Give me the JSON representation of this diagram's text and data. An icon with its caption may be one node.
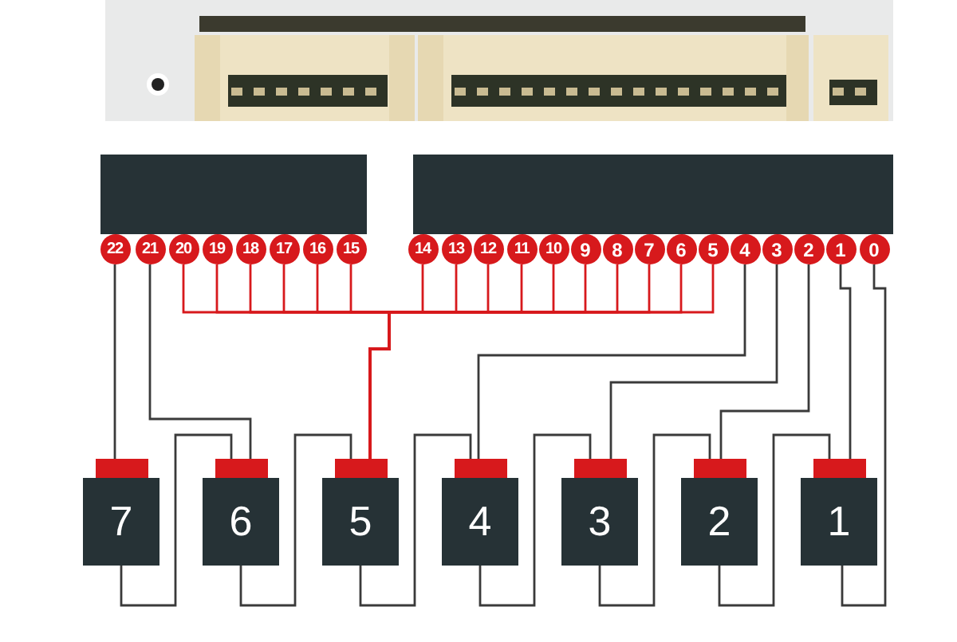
{
  "diagram": {
    "nodes": [
      {
        "text": [
          "22"
        ]
      },
      {
        "text": [
          "21"
        ]
      },
      {
        "text": [
          "20"
        ]
      },
      {
        "text": [
          "19"
        ]
      },
      {
        "text": [
          "18"
        ]
      },
      {
        "text": [
          "17"
        ]
      },
      {
        "text": [
          "16"
        ]
      },
      {
        "text": [
          "15"
        ]
      },
      {
        "text": [
          "14"
        ]
      },
      {
        "text": [
          "13"
        ]
      },
      {
        "text": [
          "12"
        ]
      },
      {
        "text": [
          "11"
        ]
      },
      {
        "text": [
          "10"
        ]
      },
      {
        "text": [
          "9"
        ]
      },
      {
        "text": [
          "8"
        ]
      },
      {
        "text": [
          "7"
        ]
      },
      {
        "text": [
          "6"
        ]
      },
      {
        "text": [
          "5"
        ]
      },
      {
        "text": [
          "4"
        ]
      },
      {
        "text": [
          "3"
        ]
      },
      {
        "text": [
          "2"
        ]
      },
      {
        "text": [
          "1"
        ]
      },
      {
        "text": [
          "0"
        ]
      },
      {
        "text": [
          "7"
        ]
      },
      {
        "text": [
          "6"
        ]
      },
      {
        "text": [
          "5"
        ]
      },
      {
        "text": [
          "4"
        ]
      },
      {
        "text": [
          "3"
        ]
      },
      {
        "text": [
          "2"
        ]
      },
      {
        "text": [
          "1"
        ]
      }
    ],
    "edges": [
      {
        "from": 0,
        "to": 23,
        "arrow": "none",
        "color": "#3a3a3a"
      },
      {
        "from": 1,
        "to": 24,
        "arrow": "none",
        "color": "#3a3a3a"
      },
      {
        "from": 2,
        "to": 25,
        "arrow": "none"
      },
      {
        "from": 3,
        "to": 25,
        "arrow": "none"
      },
      {
        "from": 4,
        "to": 25,
        "arrow": "none"
      },
      {
        "from": 5,
        "to": 25,
        "arrow": "none"
      },
      {
        "from": 6,
        "to": 25,
        "arrow": "none"
      },
      {
        "from": 7,
        "to": 25,
        "arrow": "none"
      },
      {
        "from": 8,
        "to": 25,
        "arrow": "none"
      },
      {
        "from": 9,
        "to": 25,
        "arrow": "none"
      },
      {
        "from": 10,
        "to": 25,
        "arrow": "none"
      },
      {
        "from": 11,
        "to": 25,
        "arrow": "none"
      },
      {
        "from": 12,
        "to": 25,
        "arrow": "none"
      },
      {
        "from": 13,
        "to": 25,
        "arrow": "none"
      },
      {
        "from": 14,
        "to": 25,
        "arrow": "none"
      },
      {
        "from": 15,
        "to": 25,
        "arrow": "none"
      },
      {
        "from": 16,
        "to": 25,
        "arrow": "none"
      },
      {
        "from": 17,
        "to": 25,
        "arrow": "none"
      },
      {
        "from": 18,
        "to": 26,
        "arrow": "none",
        "color": "#3a3a3a"
      },
      {
        "from": 19,
        "to": 27,
        "arrow": "none",
        "color": "#3a3a3a"
      },
      {
        "from": 20,
        "to": 28,
        "arrow": "none",
        "color": "#3a3a3a"
      },
      {
        "from": 21,
        "to": 29,
        "arrow": "none",
        "color": "#3a3a3a"
      },
      {
        "from": 22,
        "to": 29,
        "arrow": "none",
        "color": "#3a3a3a"
      },
      {
        "from": 23,
        "to": 24,
        "arrow": "none",
        "color": "#3a3a3a"
      },
      {
        "from": 24,
        "to": 25,
        "arrow": "none",
        "color": "#3a3a3a"
      },
      {
        "from": 25,
        "to": 26,
        "arrow": "none",
        "color": "#3a3a3a"
      },
      {
        "from": 26,
        "to": 27,
        "arrow": "none",
        "color": "#3a3a3a"
      },
      {
        "from": 27,
        "to": 28,
        "arrow": "none",
        "color": "#3a3a3a"
      },
      {
        "from": 28,
        "to": 29,
        "arrow": "none",
        "color": "#3a3a3a"
      }
    ]
  }
}
